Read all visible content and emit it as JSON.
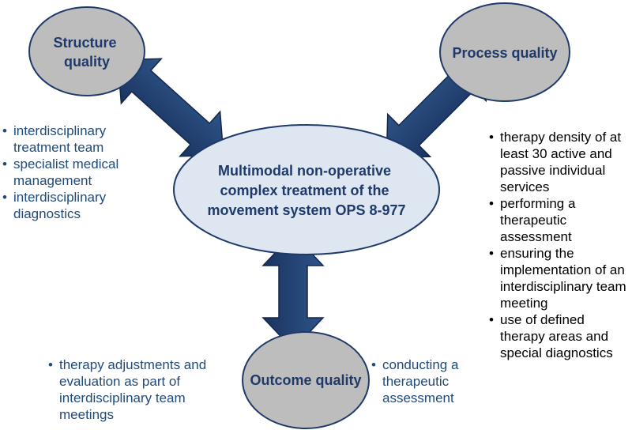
{
  "nodes": {
    "structure": {
      "line1": "Structure",
      "line2": "quality"
    },
    "process": {
      "label": "Process quality"
    },
    "center": {
      "line1": "Multimodal non-operative",
      "line2": "complex treatment of the",
      "line3": "movement system OPS 8-977"
    },
    "outcome": {
      "label": "Outcome quality"
    }
  },
  "lists": {
    "structure": [
      "interdisciplinary treatment team",
      "specialist medical management",
      "interdisciplinary diagnostics"
    ],
    "process": [
      "therapy density of at least 30 active and passive individual services",
      "performing a therapeutic assessment",
      "ensuring the implementation of an interdisciplinary team meeting",
      "use of defined therapy areas and special diagnostics"
    ],
    "outcome_left": [
      "therapy adjustments and evaluation as part of interdisciplinary team meetings"
    ],
    "outcome_right": [
      "conducting a therapeutic assessment"
    ]
  },
  "colors": {
    "ellipse_fill": "#bdbdbd",
    "center_fill": "#dde6f1",
    "arrow": "#1f3a6a",
    "text_blue": "#1f4a7a"
  }
}
